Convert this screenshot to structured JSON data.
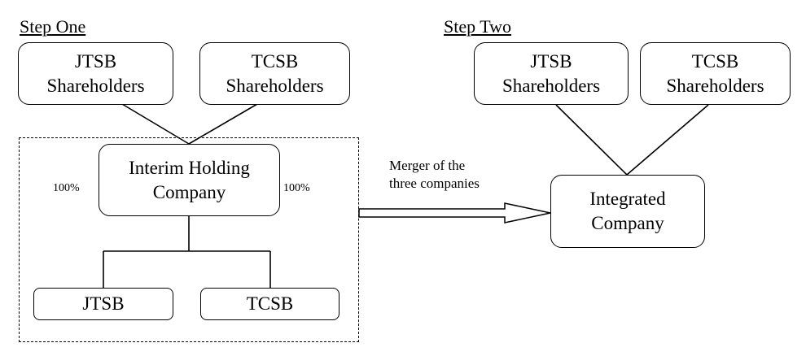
{
  "step_one": {
    "heading": "Step One",
    "jtsb_shareholders": [
      "JTSB",
      "Shareholders"
    ],
    "tcsb_shareholders": [
      "TCSB",
      "Shareholders"
    ],
    "interim_holding": [
      "Interim Holding",
      "Company"
    ],
    "ownership_left": "100%",
    "ownership_right": "100%",
    "jtsb": "JTSB",
    "tcsb": "TCSB"
  },
  "step_two": {
    "heading": "Step Two",
    "jtsb_shareholders": [
      "JTSB",
      "Shareholders"
    ],
    "tcsb_shareholders": [
      "TCSB",
      "Shareholders"
    ],
    "integrated": [
      "Integrated",
      "Company"
    ]
  },
  "arrow_label": [
    "Merger of the",
    "three companies"
  ]
}
